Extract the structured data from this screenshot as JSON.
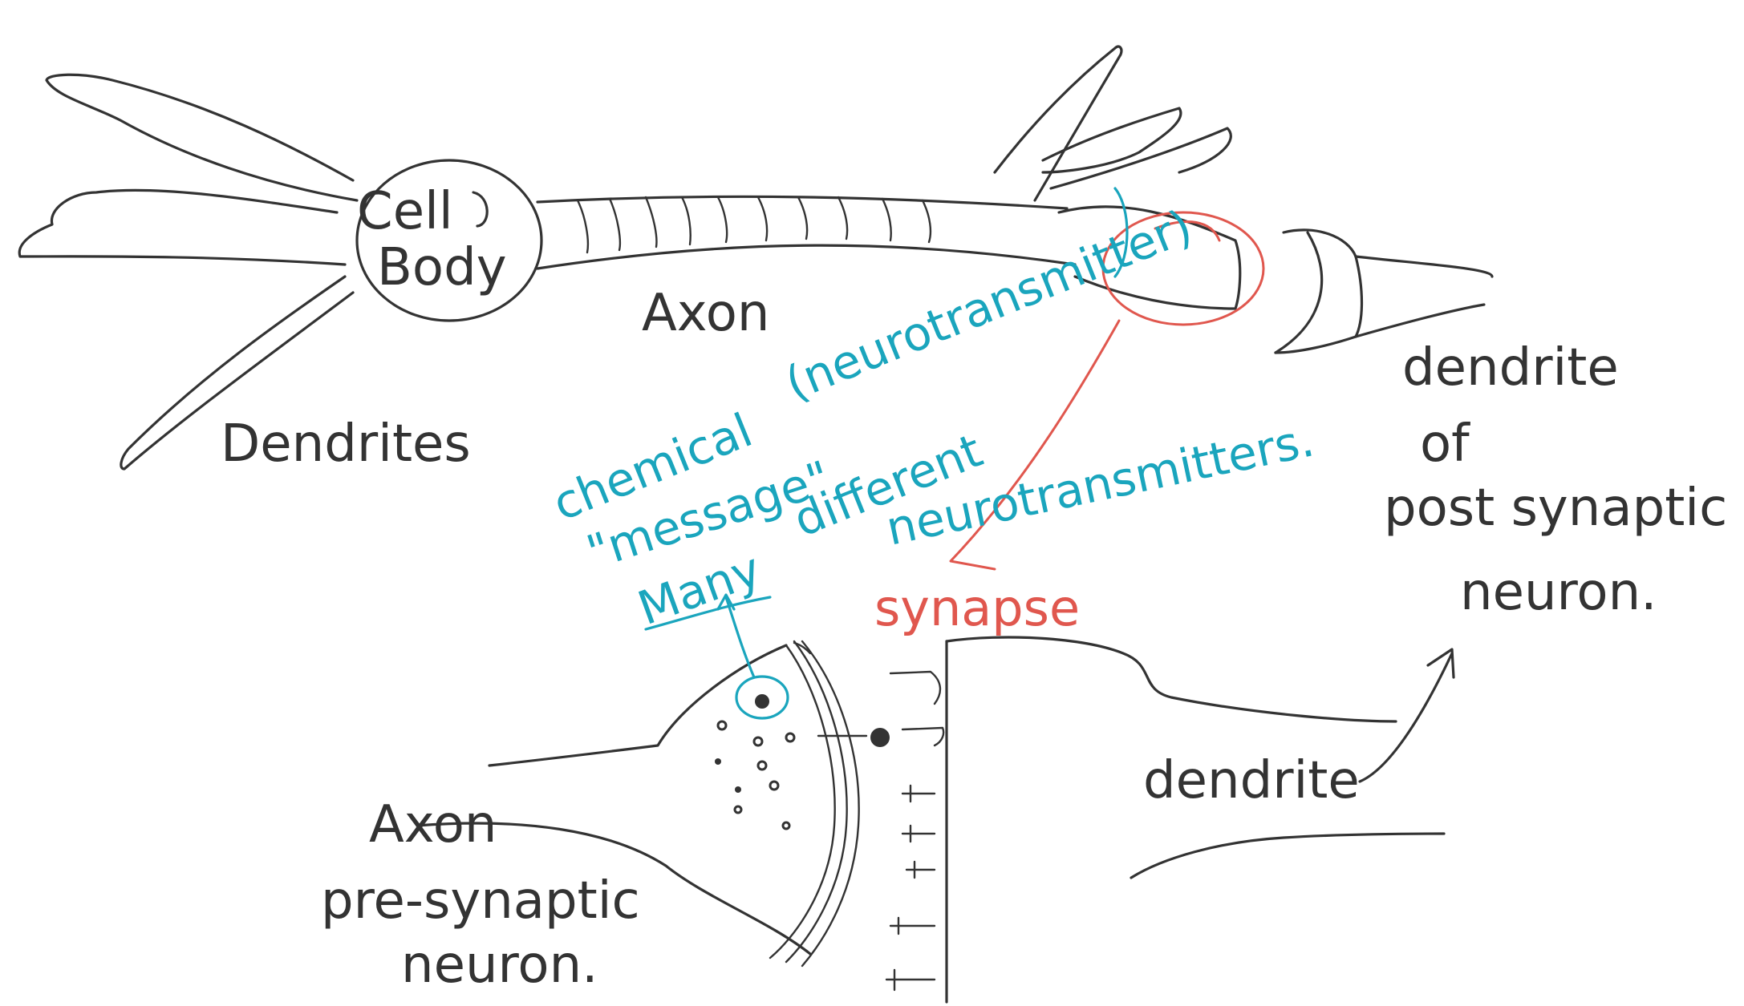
{
  "labels": {
    "cell_body_line1": "Cell",
    "cell_body_line2": "Body",
    "axon_top": "Axon",
    "dendrites": "Dendrites",
    "dendrite_post_line1": "dendrite",
    "dendrite_post_line2": "of",
    "dendrite_post_line3": "post synaptic",
    "dendrite_post_line4": "neuron.",
    "chemical": "chemical",
    "message": "\"message\"",
    "neurotransmitter": "(neurotransmitter)",
    "many": "Many",
    "different": "different",
    "neurotransmitters": "neurotransmitters.",
    "synapse": "synapse",
    "axon_bottom": "Axon",
    "pre_synaptic_line1": "pre-synaptic",
    "pre_synaptic_line2": "neuron.",
    "dendrite_bottom": "dendrite"
  },
  "colors": {
    "ink": "#333333",
    "teal_annotation": "#1aa5bd",
    "red_annotation": "#e0574e",
    "background": "#ffffff"
  }
}
